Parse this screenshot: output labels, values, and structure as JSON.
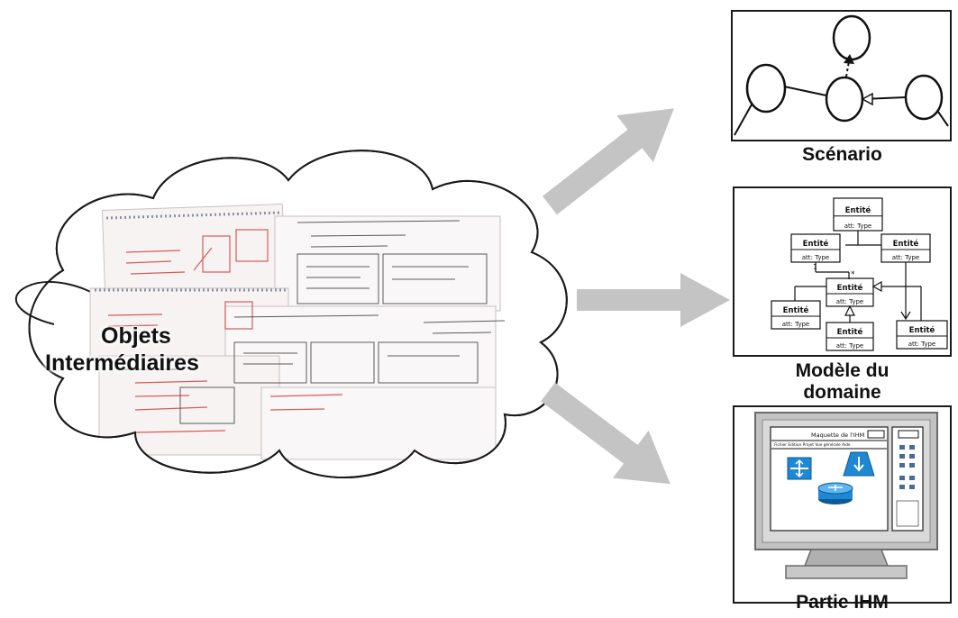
{
  "cloud": {
    "label_line1": "Objets",
    "label_line2": "Intermédiaires"
  },
  "outputs": {
    "scenario": {
      "caption": "Scénario"
    },
    "domain_model": {
      "caption_line1": "Modèle du",
      "caption_line2": "domaine",
      "entity_name": "Entité",
      "attribute": "att: Type",
      "multiplicity_one": "1",
      "multiplicity_many": "*"
    },
    "ihm": {
      "caption": "Partie IHM",
      "window_title": "Maquette de l'IHM",
      "menu_text": "Fichier Edition Projet Vue générale Aide"
    }
  },
  "colors": {
    "arrow": "#c4c4c4",
    "frame": "#1a1a1a",
    "cloud_fill": "#ffffff",
    "sketch_red": "#d04040",
    "sketch_ink": "#333333",
    "monitor_gray": "#b8b8b8",
    "ihm_blue": "#1e88d4"
  }
}
